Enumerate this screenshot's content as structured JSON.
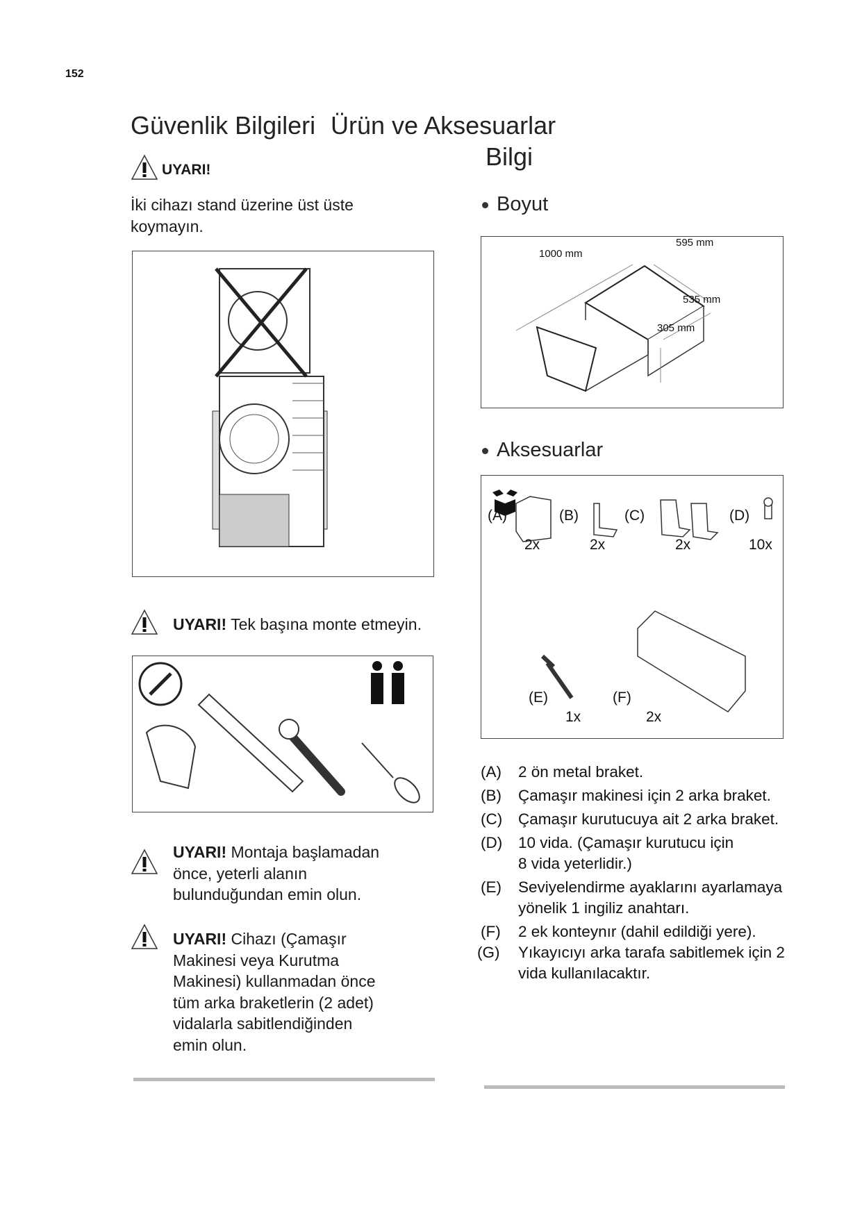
{
  "page_number": "152",
  "titles": {
    "left": "Güvenlik Bilgileri",
    "right_line1": "Ürün ve Aksesuarlar",
    "right_line2": "Bilgi"
  },
  "left": {
    "warning1": {
      "label": "UYARI!",
      "text_line1": "İki cihazı stand üzerine üst üste",
      "text_line2": "koymayın."
    },
    "warning2": {
      "label": "UYARI!",
      "text": "Tek başına monte etmeyin."
    },
    "warning3": {
      "label": "UYARI!",
      "l1": "Montaja başlamadan",
      "l2": "önce, yeterli alanın",
      "l3": "bulunduğundan emin olun."
    },
    "warning4": {
      "label": "UYARI!",
      "l1": "Cihazı (Çamaşır",
      "l2": "Makinesi veya Kurutma",
      "l3": "Makinesi) kullanmadan önce",
      "l4": "tüm arka braketlerin (2 adet)",
      "l5": "vidalarla sabitlendiğinden",
      "l6": "emin olun."
    }
  },
  "right": {
    "size_heading": "Boyut",
    "dimensions": {
      "length": "1000 mm",
      "width": "595 mm",
      "depth": "535 mm",
      "height": "305 mm"
    },
    "accessories_heading": "Aksesuarlar",
    "parts": [
      {
        "id": "(A)",
        "qty": "2x"
      },
      {
        "id": "(B)",
        "qty": "2x"
      },
      {
        "id": "(C)",
        "qty": "2x"
      },
      {
        "id": "(D)",
        "qty": "10x"
      },
      {
        "id": "(E)",
        "qty": "1x"
      },
      {
        "id": "(F)",
        "qty": "2x"
      }
    ],
    "list": [
      {
        "id": "(A)",
        "l1": "2 ön metal braket."
      },
      {
        "id": "(B)",
        "l1": "Çamaşır makinesi için 2 arka braket."
      },
      {
        "id": "(C)",
        "l1": "Çamaşır kurutucuya ait 2 arka braket."
      },
      {
        "id": "(D)",
        "l1": "10 vida. (Çamaşır kurutucu için",
        "l2": "8 vida yeterlidir.)"
      },
      {
        "id": "(E)",
        "l1": "Seviyelendirme ayaklarını ayarlamaya",
        "l2": "yönelik 1 ingiliz anahtarı."
      },
      {
        "id": "(F)",
        "l1": "2 ek konteynır (dahil edildiği yere)."
      },
      {
        "id": "(G)",
        "l1": "Yıkayıcıyı arka tarafa sabitlemek için 2",
        "l2": "vida kullanılacaktır."
      }
    ]
  }
}
